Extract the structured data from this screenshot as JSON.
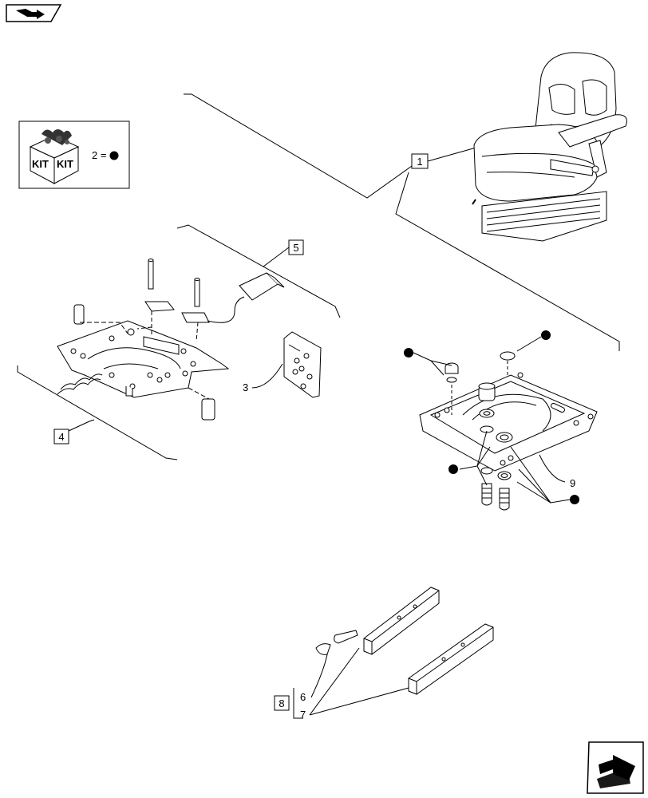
{
  "kit_legend": {
    "kit_word_left": "KIT",
    "kit_word_right": "KIT",
    "equation": "2 ="
  },
  "callouts": {
    "c1": "1",
    "c3": "3",
    "c4": "4",
    "c5": "5",
    "c6": "6",
    "c7": "7",
    "c8": "8",
    "c9": "9"
  },
  "icons": {
    "top_left": "previous-page-arrow-icon",
    "bottom_right": "next-page-arrow-icon",
    "kit_marker": "filled-dot-icon"
  }
}
